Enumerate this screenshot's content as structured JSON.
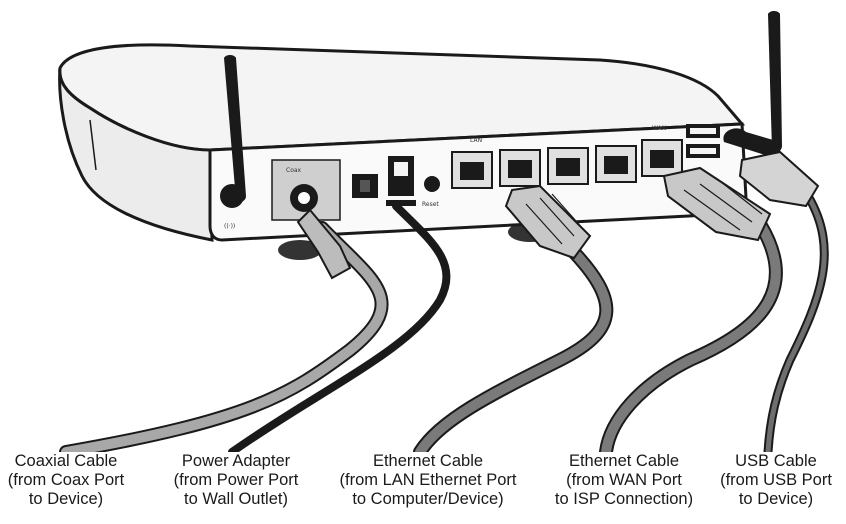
{
  "diagram": {
    "router_labels": {
      "coax_port": "Coax",
      "reset": "Reset",
      "lan": "LAN",
      "wan": "WAN"
    },
    "callouts": [
      {
        "title": "Coaxial Cable",
        "line2": "(from Coax Port",
        "line3": "to Device)",
        "color": "#a8a8a8"
      },
      {
        "title": "Power Adapter",
        "line2": "(from Power Port",
        "line3": "to Wall Outlet)",
        "color": "#1a1a1a"
      },
      {
        "title": "Ethernet Cable",
        "line2": "(from LAN Ethernet Port",
        "line3": "to Computer/Device)",
        "color": "#7a7a7a"
      },
      {
        "title": "Ethernet Cable",
        "line2": "(from WAN Port",
        "line3": "to ISP Connection)",
        "color": "#7a7a7a"
      },
      {
        "title": "USB Cable",
        "line2": "(from USB Port",
        "line3": "to Device)",
        "color": "#6e6e6e"
      }
    ]
  }
}
